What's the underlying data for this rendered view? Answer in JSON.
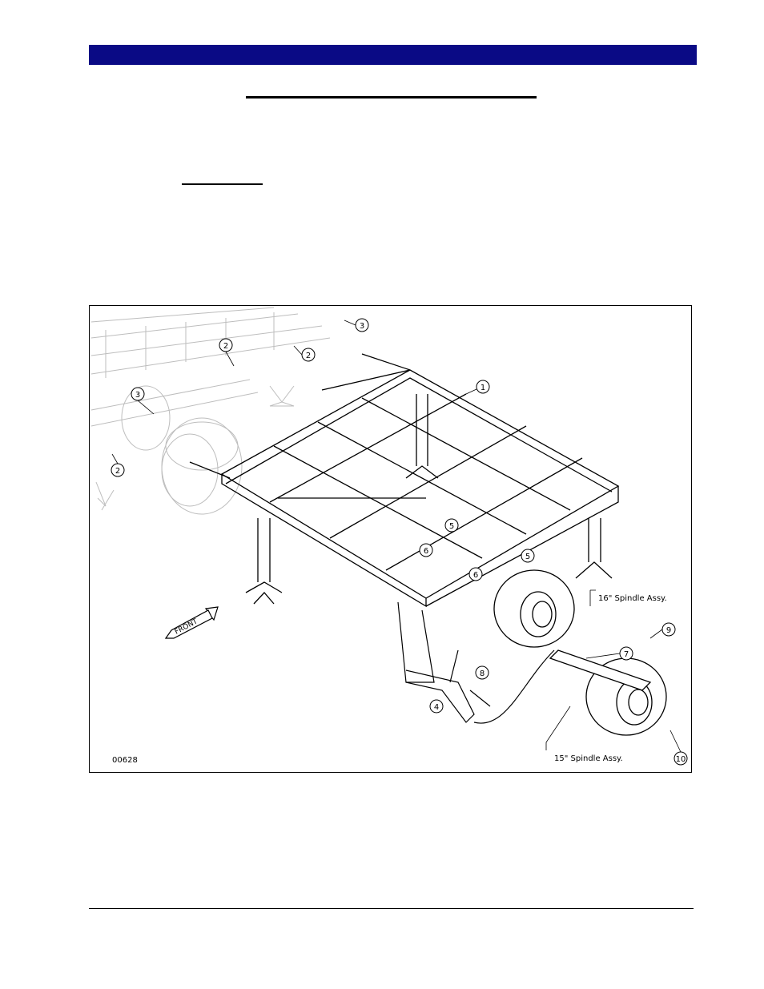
{
  "figure": {
    "drawing_number": "00628",
    "direction_label": "FRONT",
    "spindle_16_label": "16\" Spindle Assy.",
    "spindle_15_label": "15\" Spindle Assy.",
    "callouts": [
      "1",
      "2",
      "2",
      "2",
      "3",
      "3",
      "4",
      "5",
      "5",
      "6",
      "6",
      "7",
      "8",
      "9",
      "10"
    ]
  }
}
